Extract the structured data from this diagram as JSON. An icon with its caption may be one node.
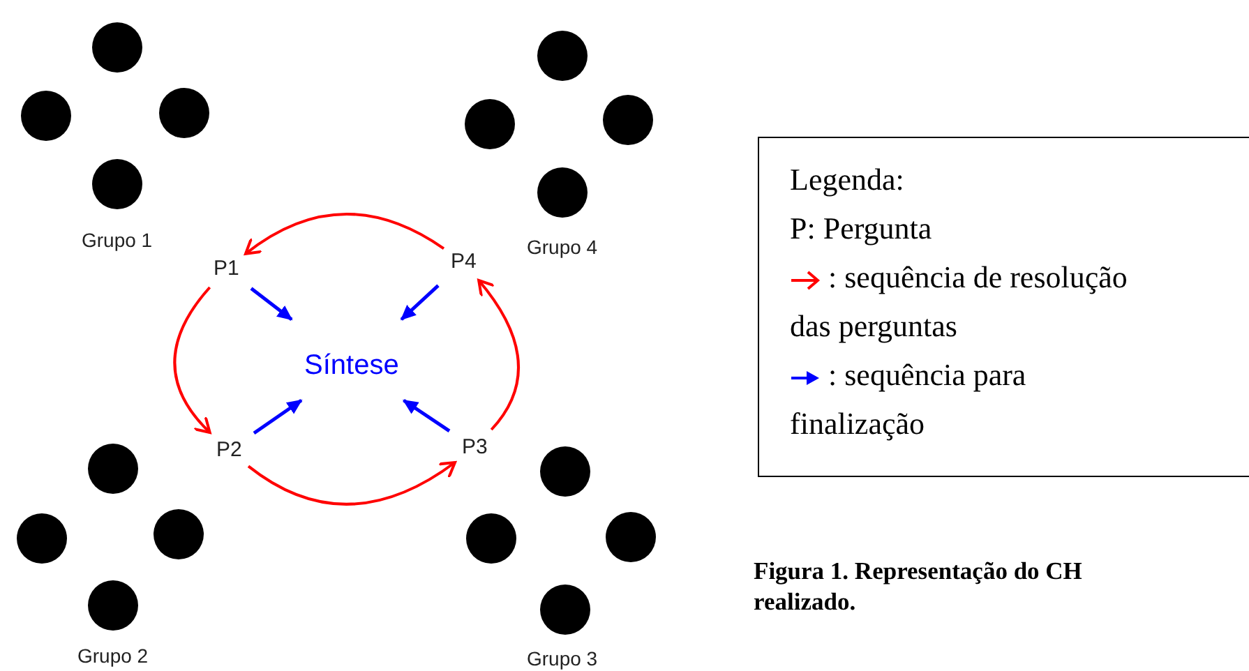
{
  "diagram": {
    "caption": "Figura 1. Representação do CH realizado.",
    "nodes": [
      {
        "text": [
          "P1"
        ]
      },
      {
        "text": [
          "P2"
        ]
      },
      {
        "text": [
          "P3"
        ]
      },
      {
        "text": [
          "P4"
        ]
      },
      {
        "text": [
          "Síntese"
        ]
      }
    ],
    "edges": [
      {
        "from": 3,
        "to": 0,
        "arrow": "to",
        "color": "#ff0000"
      },
      {
        "from": 0,
        "to": 1,
        "arrow": "to",
        "color": "#ff0000"
      },
      {
        "from": 1,
        "to": 2,
        "arrow": "to",
        "color": "#ff0000"
      },
      {
        "from": 2,
        "to": 3,
        "arrow": "to",
        "color": "#ff0000"
      },
      {
        "from": 0,
        "to": 4,
        "arrow": "to",
        "color": "#0000ff"
      },
      {
        "from": 3,
        "to": 4,
        "arrow": "to",
        "color": "#0000ff"
      },
      {
        "from": 1,
        "to": 4,
        "arrow": "to",
        "color": "#0000ff"
      },
      {
        "from": 2,
        "to": 4,
        "arrow": "to",
        "color": "#0000ff"
      }
    ],
    "labels": [
      "Grupo 1",
      "Grupo 4",
      "Legenda:",
      "P: Pergunta",
      "Grupo 2",
      "Grupo 3"
    ],
    "legend": [
      {
        "text": ": sequência de resolução das perguntas"
      },
      {
        "text": ": sequência para finalização"
      }
    ]
  }
}
